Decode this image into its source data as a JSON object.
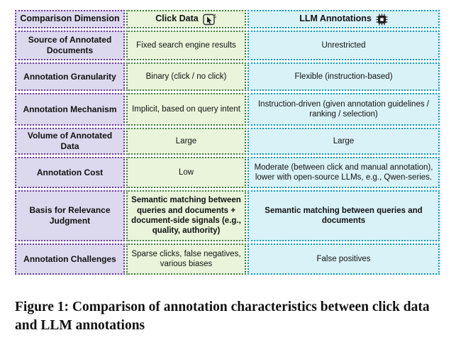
{
  "caption": "Figure 1: Comparison of annotation characteristics between click data and LLM annotations",
  "table": {
    "headers": {
      "dimension": "Comparison Dimension",
      "click": "Click Data",
      "llm": "LLM Annotations"
    },
    "icons": {
      "click": "cursor-click-icon",
      "llm": "chip-icon"
    },
    "rows": [
      {
        "dimension": "Source of Annotated Documents",
        "click": "Fixed search engine results",
        "llm": "Unrestricted"
      },
      {
        "dimension": "Annotation Granularity",
        "click": "Binary (click / no click)",
        "llm": "Flexible (instruction-based)"
      },
      {
        "dimension": "Annotation Mechanism",
        "click": "Implicit, based on query intent",
        "llm": "Instruction-driven (given annotation guidelines / ranking / selection)"
      },
      {
        "dimension": "Volume of Annotated Data",
        "click": "Large",
        "llm": "Large"
      },
      {
        "dimension": "Annotation Cost",
        "click": "Low",
        "llm": "Moderate (between click and manual annotation), lower with open-source LLMs, e.g., Qwen-series."
      },
      {
        "dimension": "Basis for Relevance Judgment",
        "click": "Semantic matching between queries and documents + document-side signals (e.g., quality, authority)",
        "llm": "Semantic matching between queries and documents"
      },
      {
        "dimension": "Annotation Challenges",
        "click": "Sparse clicks, false negatives, various biases",
        "llm": "False positives"
      }
    ],
    "colors": {
      "dimension_bg": "#dcd9ee",
      "click_bg": "#e9f4da",
      "llm_bg": "#d9f2f8",
      "dimension_border": "#6a3d9a",
      "click_border": "#3f7d3f",
      "llm_border": "#0f9bc0"
    }
  }
}
